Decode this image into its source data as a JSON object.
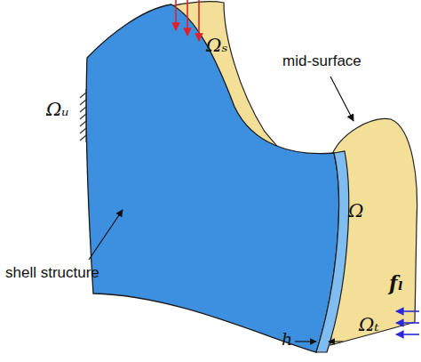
{
  "diagram": {
    "labels": [
      "Ωₛ",
      "mid-surface",
      "Ωᵤ",
      "Ω",
      "shell structure",
      "h",
      "fₗ",
      "Ωₜ"
    ]
  }
}
